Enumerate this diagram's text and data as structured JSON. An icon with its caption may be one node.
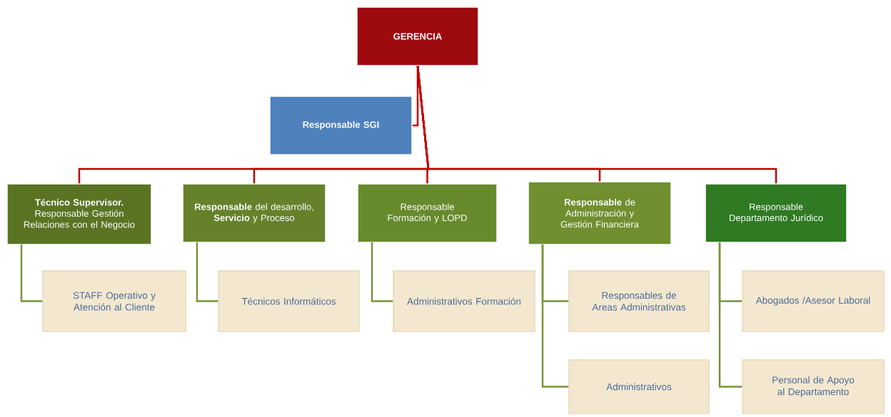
{
  "diagram": {
    "nodes": [
      {
        "text": [
          "GERENCIA"
        ]
      },
      {
        "text": [
          "Responsable SGI"
        ]
      },
      {
        "text": [
          "**Técnico Supervisor.** Responsable Gestión Relaciones con el Negocio"
        ]
      },
      {
        "text": [
          "**Responsable** del desarrollo, **Servicio** y Proceso"
        ]
      },
      {
        "text": [
          "Responsable Formación y LOPD"
        ]
      },
      {
        "text": [
          "**Responsable** de Administración y Gestión Financiera"
        ]
      },
      {
        "text": [
          "Responsable Departamento Jurídico"
        ]
      },
      {
        "text": [
          "STAFF Operativo y Atención al Cliente"
        ]
      },
      {
        "text": [
          "Técnicos Informáticos"
        ]
      },
      {
        "text": [
          "Administrativos Formación"
        ]
      },
      {
        "text": [
          "Responsables de Areas Administrativas"
        ]
      },
      {
        "text": [
          "Administrativos"
        ]
      },
      {
        "text": [
          "Abogados /Asesor Laboral"
        ]
      },
      {
        "text": [
          "Personal de Apoyo al Departamento"
        ]
      }
    ],
    "edges": [
      {
        "from": 0,
        "to": 1,
        "arrow": "none",
        "color": "#c00000"
      },
      {
        "from": 0,
        "to": 2,
        "arrow": "none",
        "color": "#c00000"
      },
      {
        "from": 0,
        "to": 3,
        "arrow": "none",
        "color": "#c00000"
      },
      {
        "from": 0,
        "to": 4,
        "arrow": "none",
        "color": "#c00000"
      },
      {
        "from": 0,
        "to": 5,
        "arrow": "none",
        "color": "#c00000"
      },
      {
        "from": 0,
        "to": 6,
        "arrow": "none",
        "color": "#c00000"
      },
      {
        "from": 2,
        "to": 7,
        "arrow": "none"
      },
      {
        "from": 3,
        "to": 8,
        "arrow": "none"
      },
      {
        "from": 4,
        "to": 9,
        "arrow": "none"
      },
      {
        "from": 5,
        "to": 10,
        "arrow": "none"
      },
      {
        "from": 5,
        "to": 11,
        "arrow": "none"
      },
      {
        "from": 6,
        "to": 12,
        "arrow": "none"
      },
      {
        "from": 6,
        "to": 13,
        "arrow": "none"
      }
    ]
  }
}
